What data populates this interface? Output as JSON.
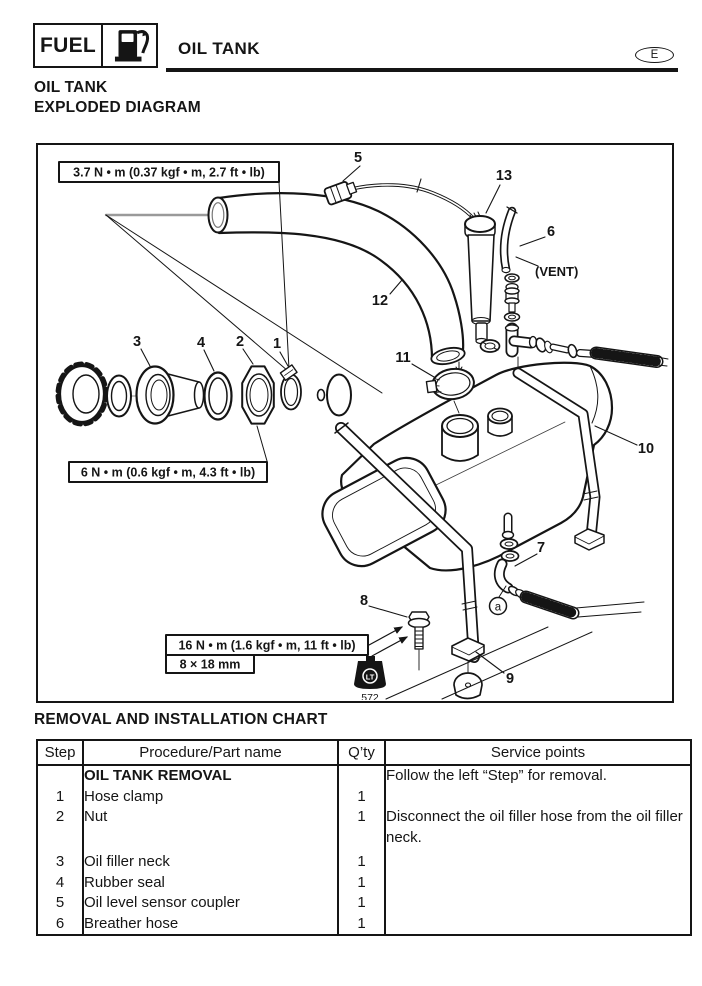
{
  "header": {
    "section_label": "FUEL",
    "chapter_title": "OIL TANK",
    "language_badge": "E"
  },
  "titles": {
    "main": "OIL TANK",
    "sub": "EXPLODED DIAGRAM"
  },
  "diagram": {
    "torque_filler_hose": "3.7 N • m (0.37 kgf • m, 2.7 ft • lb)",
    "torque_filler_neck": "6 N • m (0.6 kgf • m, 4.3 ft • lb)",
    "torque_mount_bolt": "16 N • m (1.6 kgf • m, 11 ft • lb)",
    "bolt_size": "8 × 18 mm",
    "vent_label": "(VENT)",
    "point_label": "a",
    "sealant_abbr": "LT",
    "sealant_number": "572",
    "callouts": {
      "c1": "1",
      "c2": "2",
      "c3": "3",
      "c4": "4",
      "c5": "5",
      "c6": "6",
      "c7": "7",
      "c8": "8",
      "c9": "9",
      "c10": "10",
      "c11": "11",
      "c12": "12",
      "c13": "13"
    }
  },
  "chart": {
    "heading": "REMOVAL AND INSTALLATION CHART",
    "columns": {
      "step": "Step",
      "name": "Procedure/Part name",
      "qty": "Q’ty",
      "service": "Service points"
    },
    "rows": [
      {
        "step": "",
        "name": "OIL TANK REMOVAL",
        "qty": "",
        "service": "Follow the left “Step” for removal."
      },
      {
        "step": "1",
        "name": "Hose clamp",
        "qty": "1",
        "service": ""
      },
      {
        "step": "2",
        "name": "Nut",
        "qty": "1",
        "service": "Disconnect the oil filler hose from the oil filler neck."
      },
      {
        "step": "3",
        "name": "Oil filler neck",
        "qty": "1",
        "service": ""
      },
      {
        "step": "4",
        "name": "Rubber seal",
        "qty": "1",
        "service": ""
      },
      {
        "step": "5",
        "name": "Oil level sensor coupler",
        "qty": "1",
        "service": ""
      },
      {
        "step": "6",
        "name": "Breather hose",
        "qty": "1",
        "service": ""
      }
    ]
  }
}
